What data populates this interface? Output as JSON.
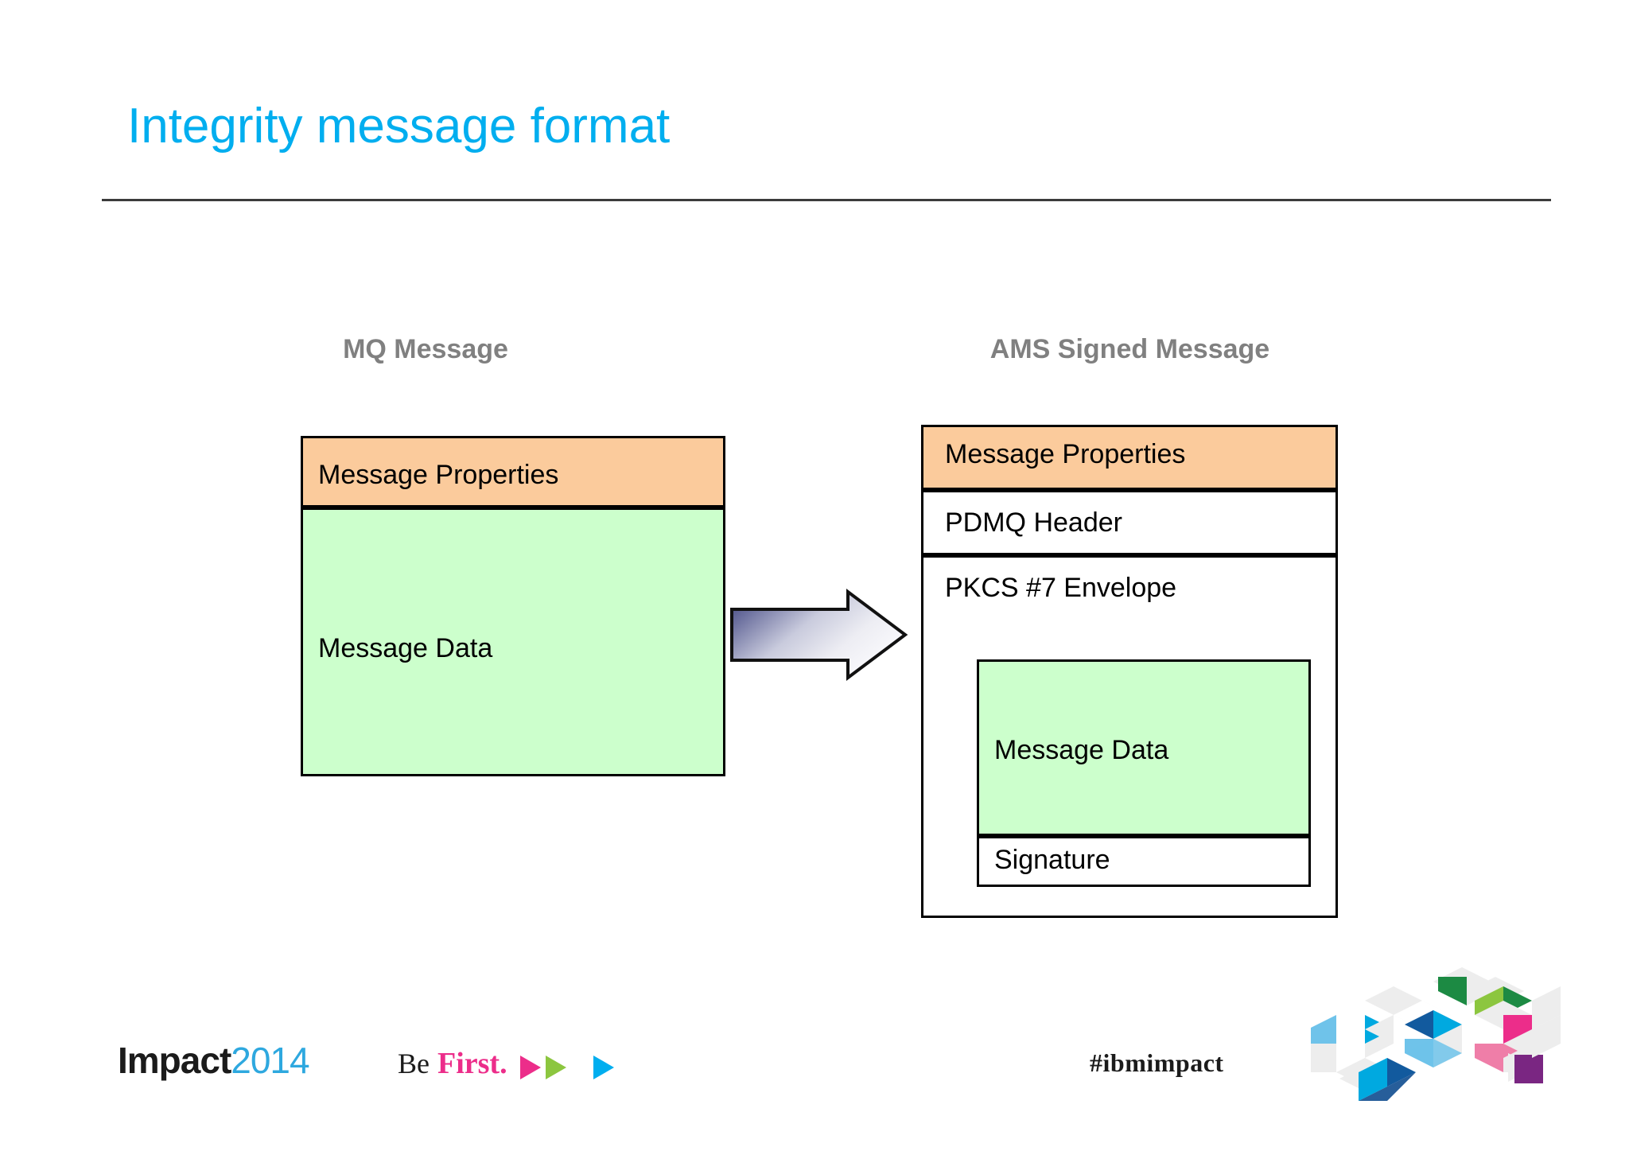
{
  "slide": {
    "title": "Integrity message format"
  },
  "diagram": {
    "left_column": {
      "caption": "MQ Message",
      "sections": [
        {
          "label": "Message Properties",
          "fill": "#FBCB9C"
        },
        {
          "label": "Message Data",
          "fill": "#CCFFCC"
        }
      ]
    },
    "arrow": {
      "name": "transformation-arrow",
      "direction": "right",
      "gradient_from": "#3B3F7A",
      "gradient_to": "#FFFFFF"
    },
    "right_column": {
      "caption": "AMS Signed Message",
      "sections": [
        {
          "label": "Message Properties",
          "fill": "#FBCB9C"
        },
        {
          "label": "PDMQ Header",
          "fill": "#FFFFFF"
        },
        {
          "label": "PKCS #7 Envelope",
          "fill": "#FFFFFF"
        }
      ],
      "nested_sections": [
        {
          "label": "Message Data",
          "fill": "#CCFFCC"
        },
        {
          "label": "Signature",
          "fill": "#FFFFFF"
        }
      ]
    }
  },
  "footer": {
    "logo": {
      "brand": "Impact",
      "year": "2014"
    },
    "tagline": {
      "be": "Be",
      "first": "First."
    },
    "hashtag": "#ibmimpact",
    "accent_colors": {
      "cyan": "#00AEEF",
      "pink": "#EC2D8A",
      "green": "#8CC63F",
      "logo_year": "#2EA8DF"
    }
  }
}
